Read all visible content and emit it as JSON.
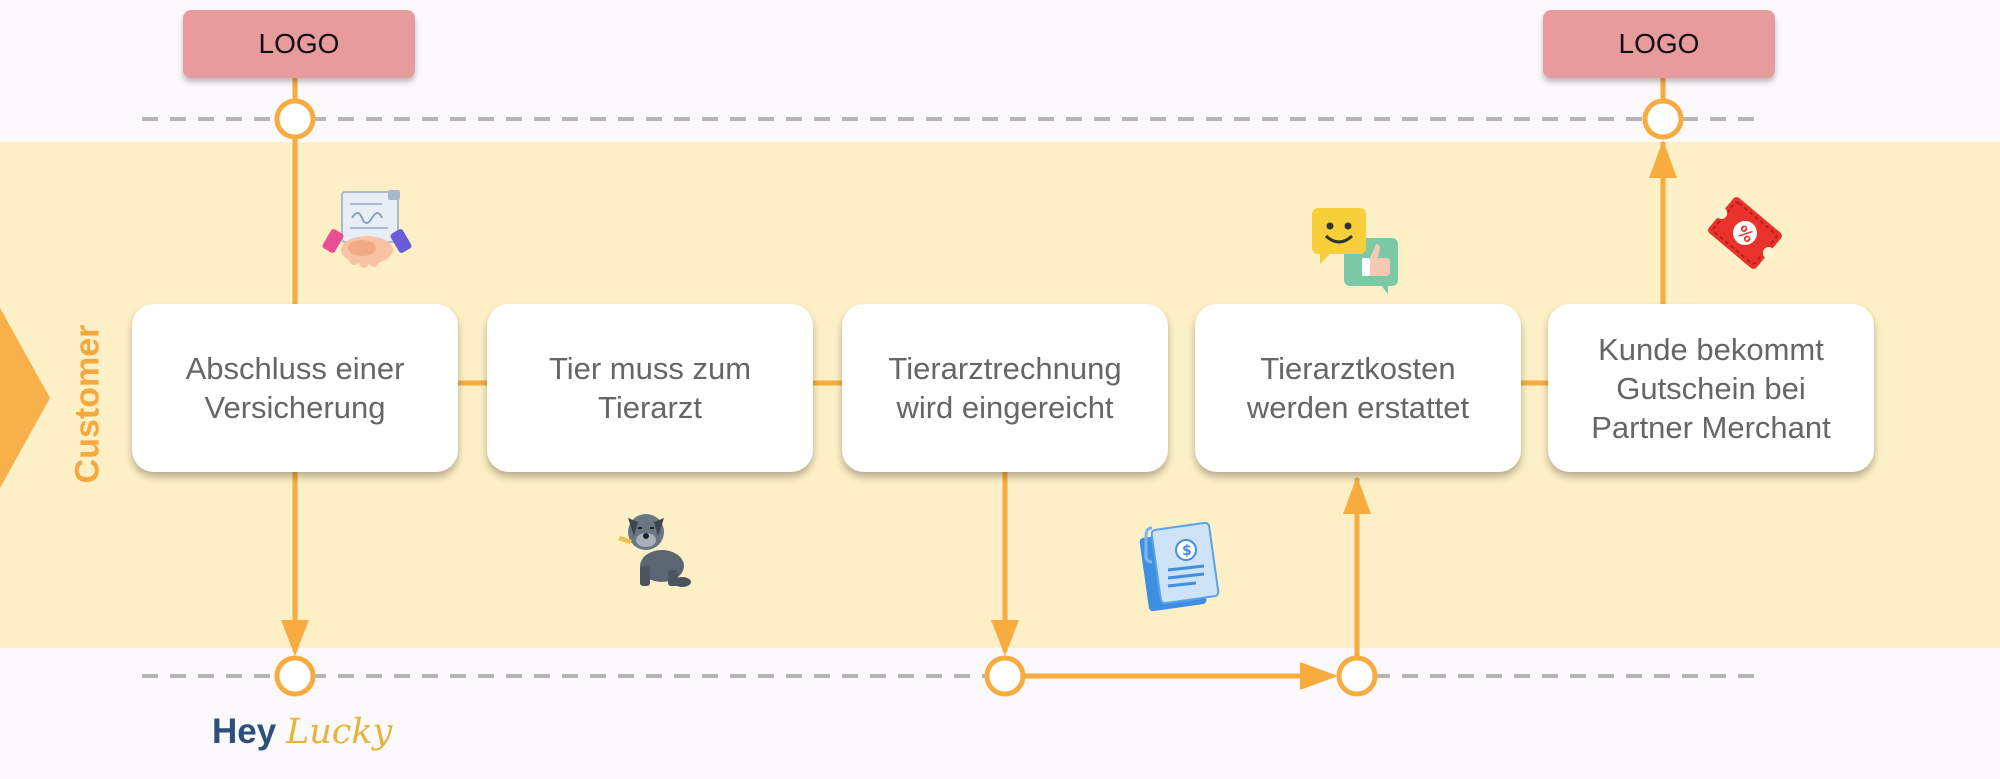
{
  "lane_label": "Customer",
  "logos": {
    "left": "LOGO",
    "right": "LOGO"
  },
  "steps": [
    {
      "text": "Abschluss einer\nVersicherung"
    },
    {
      "text": "Tier muss zum\nTierarzt"
    },
    {
      "text": "Tierarztrechnung\nwird eingereicht"
    },
    {
      "text": "Tierarztkosten\nwerden erstattet"
    },
    {
      "text": "Kunde bekommt\nGutschein bei\nPartner Merchant"
    }
  ],
  "brand": {
    "part1": "Hey",
    "part2": "Lucky"
  },
  "icons": {
    "contract": "handshake-contract-icon",
    "dog": "dog-icon",
    "invoice": "invoice-icon",
    "feedback": "feedback-icon",
    "coupon": "coupon-icon"
  },
  "colors": {
    "band": "#fdf0c6",
    "accent": "#f8ac40",
    "logo_fill": "#e79b9d",
    "brand_blue": "#2d4f7c",
    "brand_gold": "#e6b43a"
  }
}
